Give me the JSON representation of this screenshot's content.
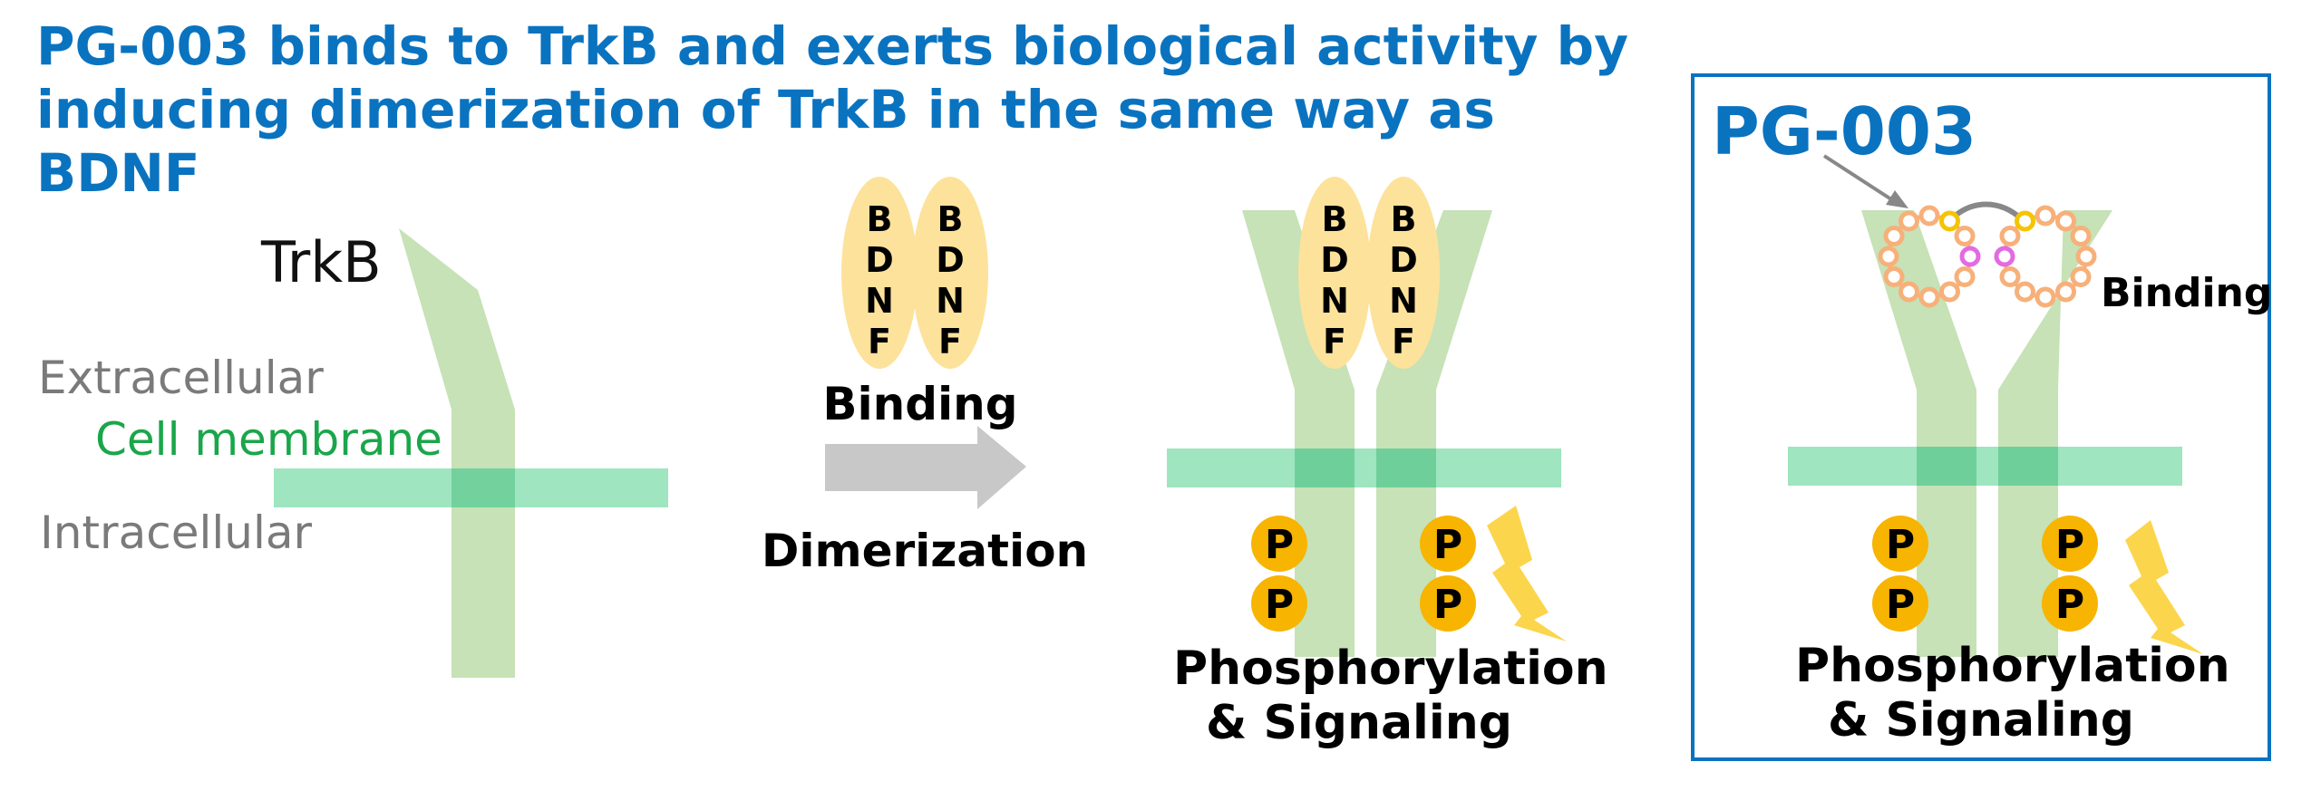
{
  "title": {
    "line1": "PG-003 binds to TrkB and exerts biological activity by",
    "line2": "inducing dimerization of TrkB in the same way as BDNF"
  },
  "panel1": {
    "receptor": "TrkB",
    "extracellular": "Extracellular",
    "membrane": "Cell membrane",
    "intracellular": "Intracellular"
  },
  "arrow": {
    "binding": "Binding",
    "dimerization": "Dimerization"
  },
  "bdnf_letters": [
    "B",
    "D",
    "N",
    "F"
  ],
  "phospho_letter": "P",
  "panel3": {
    "outcome_line1": "Phosphorylation",
    "outcome_line2": "& Signaling"
  },
  "panel4": {
    "title": "PG-003",
    "binding": "Binding",
    "outcome_line1": "Phosphorylation",
    "outcome_line2": "& Signaling"
  },
  "colors": {
    "title": "#0a73c0",
    "receptor": "#c6e2b6",
    "membrane": "#8ee0b4",
    "membrane_label": "#1aa64a",
    "bdnf": "#fde29b",
    "phospho": "#f7b400",
    "lightning": "#fbd54c",
    "box_border": "#0a73c0",
    "arrow": "#c8c8c8",
    "bead": "#f7b07a",
    "bead_yellow": "#f5c400",
    "bead_pink": "#e36be0",
    "label_gray": "#7a7a7a"
  }
}
